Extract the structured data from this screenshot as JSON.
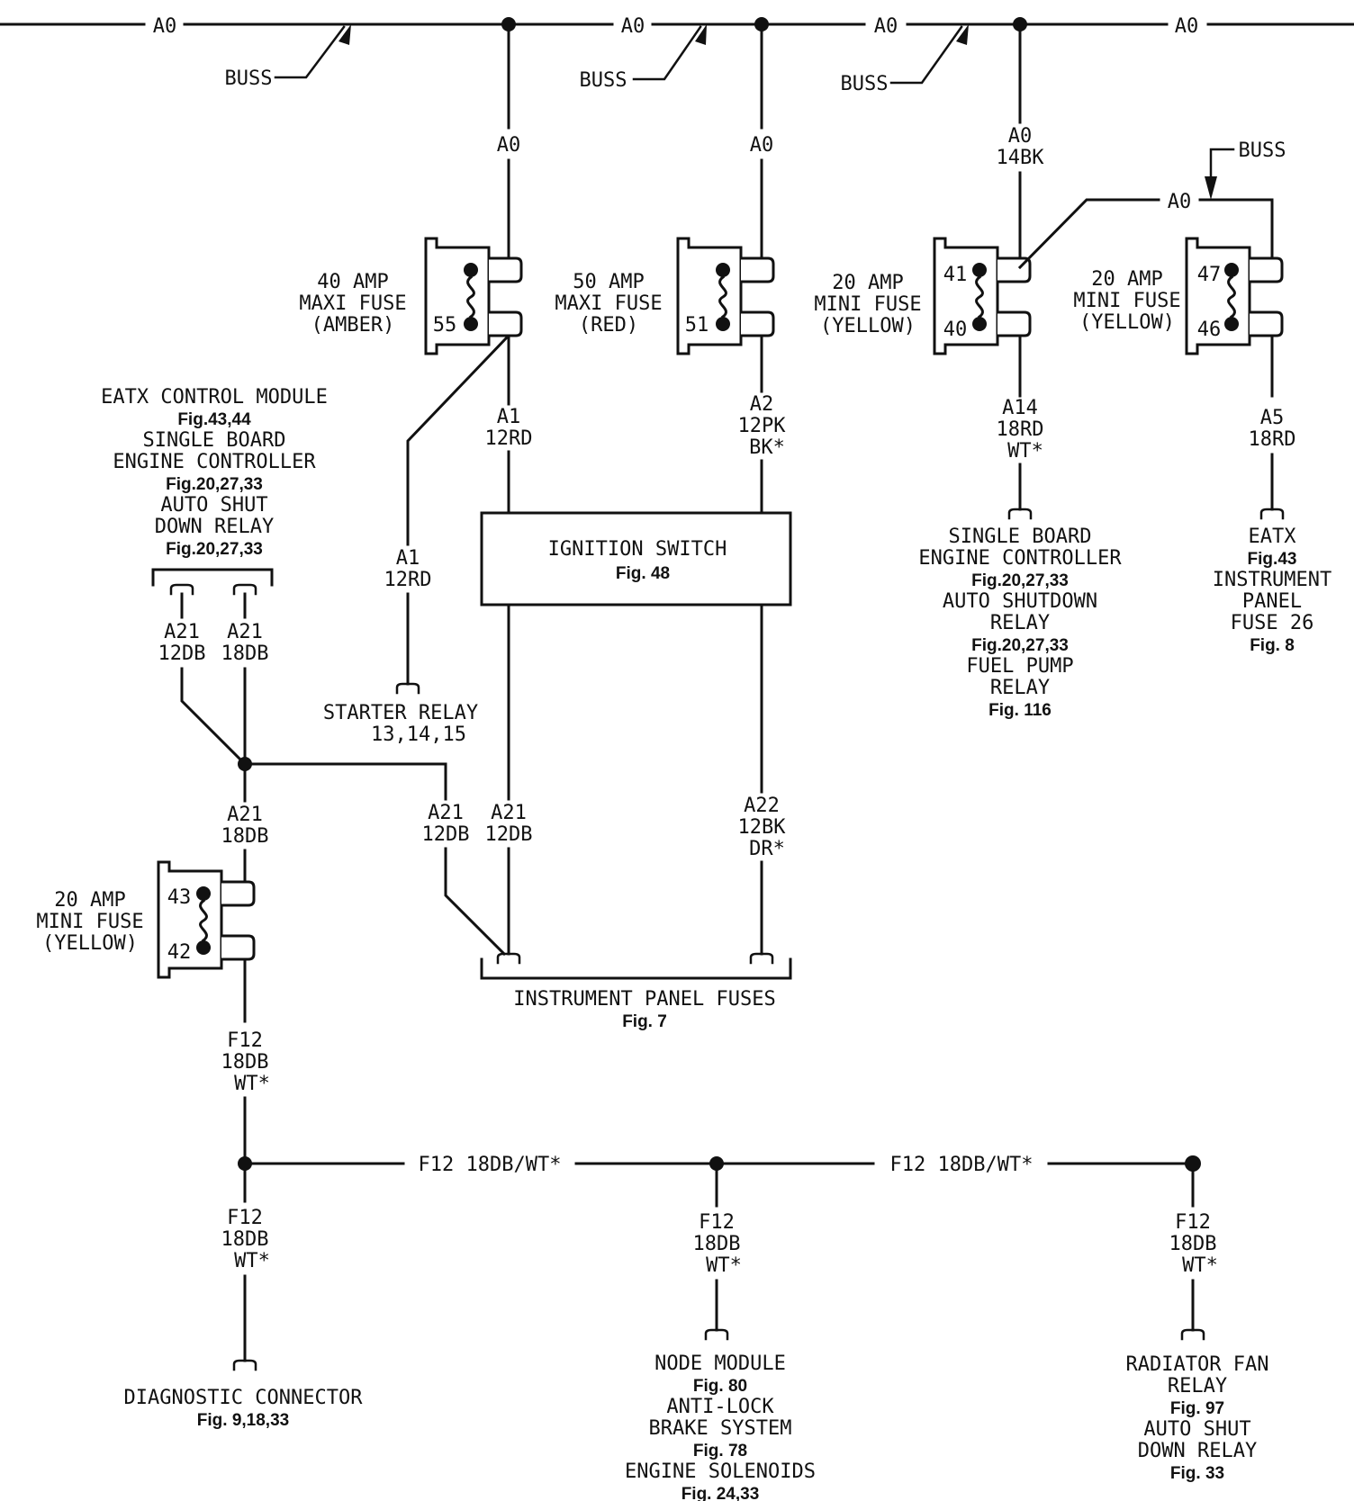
{
  "buss": {
    "wire": "A0",
    "label": "BUSS"
  },
  "wires": {
    "a0": "A0",
    "a0_gauge": "14BK",
    "a1": "A1",
    "a1_gauge": "12RD",
    "a2": "A2",
    "a2_gauge": "12PK",
    "a2_color": "BK*",
    "a14": "A14",
    "a14_gauge": "18RD",
    "a14_color": "WT*",
    "a5": "A5",
    "a5_gauge": "18RD",
    "a21": "A21",
    "a21_gauge_12": "12DB",
    "a21_gauge_18": "18DB",
    "a22": "A22",
    "a22_gauge": "12BK",
    "a22_color": "DR*",
    "f12": "F12",
    "f12_gauge": "18DB",
    "f12_color": "WT*",
    "f12_full": "F12  18DB/WT*"
  },
  "fuses": [
    {
      "lines": [
        "40 AMP",
        "MAXI FUSE",
        "(AMBER)"
      ],
      "pin_top": "",
      "pin_bottom": "55"
    },
    {
      "lines": [
        "50 AMP",
        "MAXI FUSE",
        "(RED)"
      ],
      "pin_top": "",
      "pin_bottom": "51"
    },
    {
      "lines": [
        "20 AMP",
        "MINI FUSE",
        "(YELLOW)"
      ],
      "pin_top": "41",
      "pin_bottom": "40"
    },
    {
      "lines": [
        "20 AMP",
        "MINI FUSE",
        "(YELLOW)"
      ],
      "pin_top": "47",
      "pin_bottom": "46"
    },
    {
      "lines": [
        "20 AMP",
        "MINI FUSE",
        "(YELLOW)"
      ],
      "pin_top": "43",
      "pin_bottom": "42"
    }
  ],
  "ignition_switch": {
    "title": "IGNITION SWITCH",
    "fig": "Fig. 48"
  },
  "instrument_panel_fuses": {
    "title": "INSTRUMENT PANEL FUSES",
    "fig": "Fig. 7"
  },
  "starter_relay": {
    "title": "STARTER RELAY",
    "figs": "13,14,15"
  },
  "left_module": [
    {
      "t": "EATX CONTROL MODULE",
      "k": "lbl"
    },
    {
      "t": "Fig.43,44",
      "k": "fig"
    },
    {
      "t": "SINGLE BOARD",
      "k": "lbl"
    },
    {
      "t": "ENGINE CONTROLLER",
      "k": "lbl"
    },
    {
      "t": "Fig.20,27,33",
      "k": "fig"
    },
    {
      "t": "AUTO SHUT",
      "k": "lbl"
    },
    {
      "t": "DOWN RELAY",
      "k": "lbl"
    },
    {
      "t": "Fig.20,27,33",
      "k": "fig"
    }
  ],
  "sbec_dest": [
    {
      "t": "SINGLE BOARD",
      "k": "lbl"
    },
    {
      "t": "ENGINE CONTROLLER",
      "k": "lbl"
    },
    {
      "t": "Fig.20,27,33",
      "k": "fig"
    },
    {
      "t": "AUTO SHUTDOWN",
      "k": "lbl"
    },
    {
      "t": "RELAY",
      "k": "lbl"
    },
    {
      "t": "Fig.20,27,33",
      "k": "fig"
    },
    {
      "t": "FUEL PUMP",
      "k": "lbl"
    },
    {
      "t": "RELAY",
      "k": "lbl"
    },
    {
      "t": "Fig. 116",
      "k": "fig"
    }
  ],
  "eatx_dest": [
    {
      "t": "EATX",
      "k": "lbl"
    },
    {
      "t": "Fig.43",
      "k": "fig"
    },
    {
      "t": "INSTRUMENT",
      "k": "lbl"
    },
    {
      "t": "PANEL",
      "k": "lbl"
    },
    {
      "t": "FUSE 26",
      "k": "lbl"
    },
    {
      "t": "Fig. 8",
      "k": "fig"
    }
  ],
  "diag_dest": [
    {
      "t": "DIAGNOSTIC CONNECTOR",
      "k": "lbl"
    },
    {
      "t": "Fig. 9,18,33",
      "k": "fig"
    }
  ],
  "node_dest": [
    {
      "t": "NODE MODULE",
      "k": "lbl"
    },
    {
      "t": "Fig. 80",
      "k": "fig"
    },
    {
      "t": "ANTI-LOCK",
      "k": "lbl"
    },
    {
      "t": "BRAKE SYSTEM",
      "k": "lbl"
    },
    {
      "t": "Fig. 78",
      "k": "fig"
    },
    {
      "t": "ENGINE SOLENOIDS",
      "k": "lbl"
    },
    {
      "t": "Fig. 24,33",
      "k": "fig"
    }
  ],
  "radfan_dest": [
    {
      "t": "RADIATOR FAN",
      "k": "lbl"
    },
    {
      "t": "RELAY",
      "k": "lbl"
    },
    {
      "t": "Fig. 97",
      "k": "fig"
    },
    {
      "t": "AUTO SHUT",
      "k": "lbl"
    },
    {
      "t": "DOWN RELAY",
      "k": "lbl"
    },
    {
      "t": "Fig. 33",
      "k": "fig"
    }
  ]
}
